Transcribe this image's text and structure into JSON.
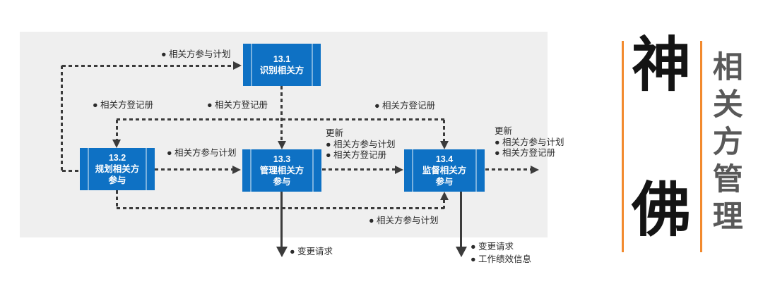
{
  "colors": {
    "panel_bg": "#efefef",
    "process_blue": "#0e71c4",
    "line_color": "#3b3b3b",
    "accent_orange": "#f28a2e",
    "side_title_gray": "#595959"
  },
  "process_boxes": [
    {
      "number": "13.1",
      "line1": "识别相关方",
      "line2": ""
    },
    {
      "number": "13.2",
      "line1": "规划相关方",
      "line2": "参与"
    },
    {
      "number": "13.3",
      "line1": "管理相关方",
      "line2": "参与"
    },
    {
      "number": "13.4",
      "line1": "监督相关方",
      "line2": "参与"
    }
  ],
  "flow_labels": {
    "plan_to_identify": "● 相关方参与计划",
    "register_left": "● 相关方登记册",
    "register_mid": "● 相关方登记册",
    "register_right": "● 相关方登记册",
    "plan_mid": "● 相关方参与计划",
    "update_manage_title": "更新",
    "update_manage_item1": "● 相关方参与计划",
    "update_manage_item2": "● 相关方登记册",
    "update_monitor_title": "更新",
    "update_monitor_item1": "● 相关方参与计划",
    "update_monitor_item2": "● 相关方登记册",
    "plan_feedback": "● 相关方参与计划",
    "change_request_manage": "● 变更请求",
    "change_request_monitor": "● 变更请求",
    "work_performance_info": "● 工作绩效信息"
  },
  "branding": {
    "char_top": "神",
    "char_bottom": "佛",
    "vertical_title": "相关方管理"
  }
}
